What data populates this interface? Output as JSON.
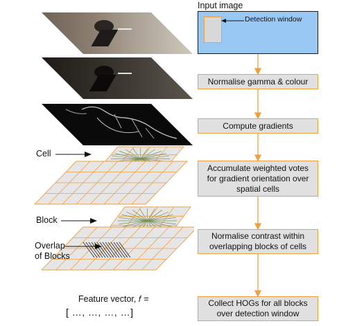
{
  "input": {
    "title": "Input image",
    "detection_window_label": "Detection window"
  },
  "pipeline": [
    {
      "label": "Normalise gamma & colour"
    },
    {
      "label": "Compute gradients"
    },
    {
      "label": "Accumulate weighted votes\nfor gradient orientation over\nspatial cells"
    },
    {
      "label": "Normalise contrast within\noverlapping blocks of cells"
    },
    {
      "label": "Collect HOGs for all blocks\nover detection window"
    }
  ],
  "left_labels": {
    "cell": "Cell",
    "block": "Block",
    "overlap": "Overlap\nof Blocks"
  },
  "feature": {
    "label": "Feature vector, 𝑓 =",
    "vector": "[ …, …, …,          …]"
  },
  "colors": {
    "accent": "#f0a040",
    "input_bg": "#99c8f5",
    "box_bg": "#e0e0e0",
    "grid_fill": "#e6e6e6",
    "spoke": "#7a8f5a"
  }
}
